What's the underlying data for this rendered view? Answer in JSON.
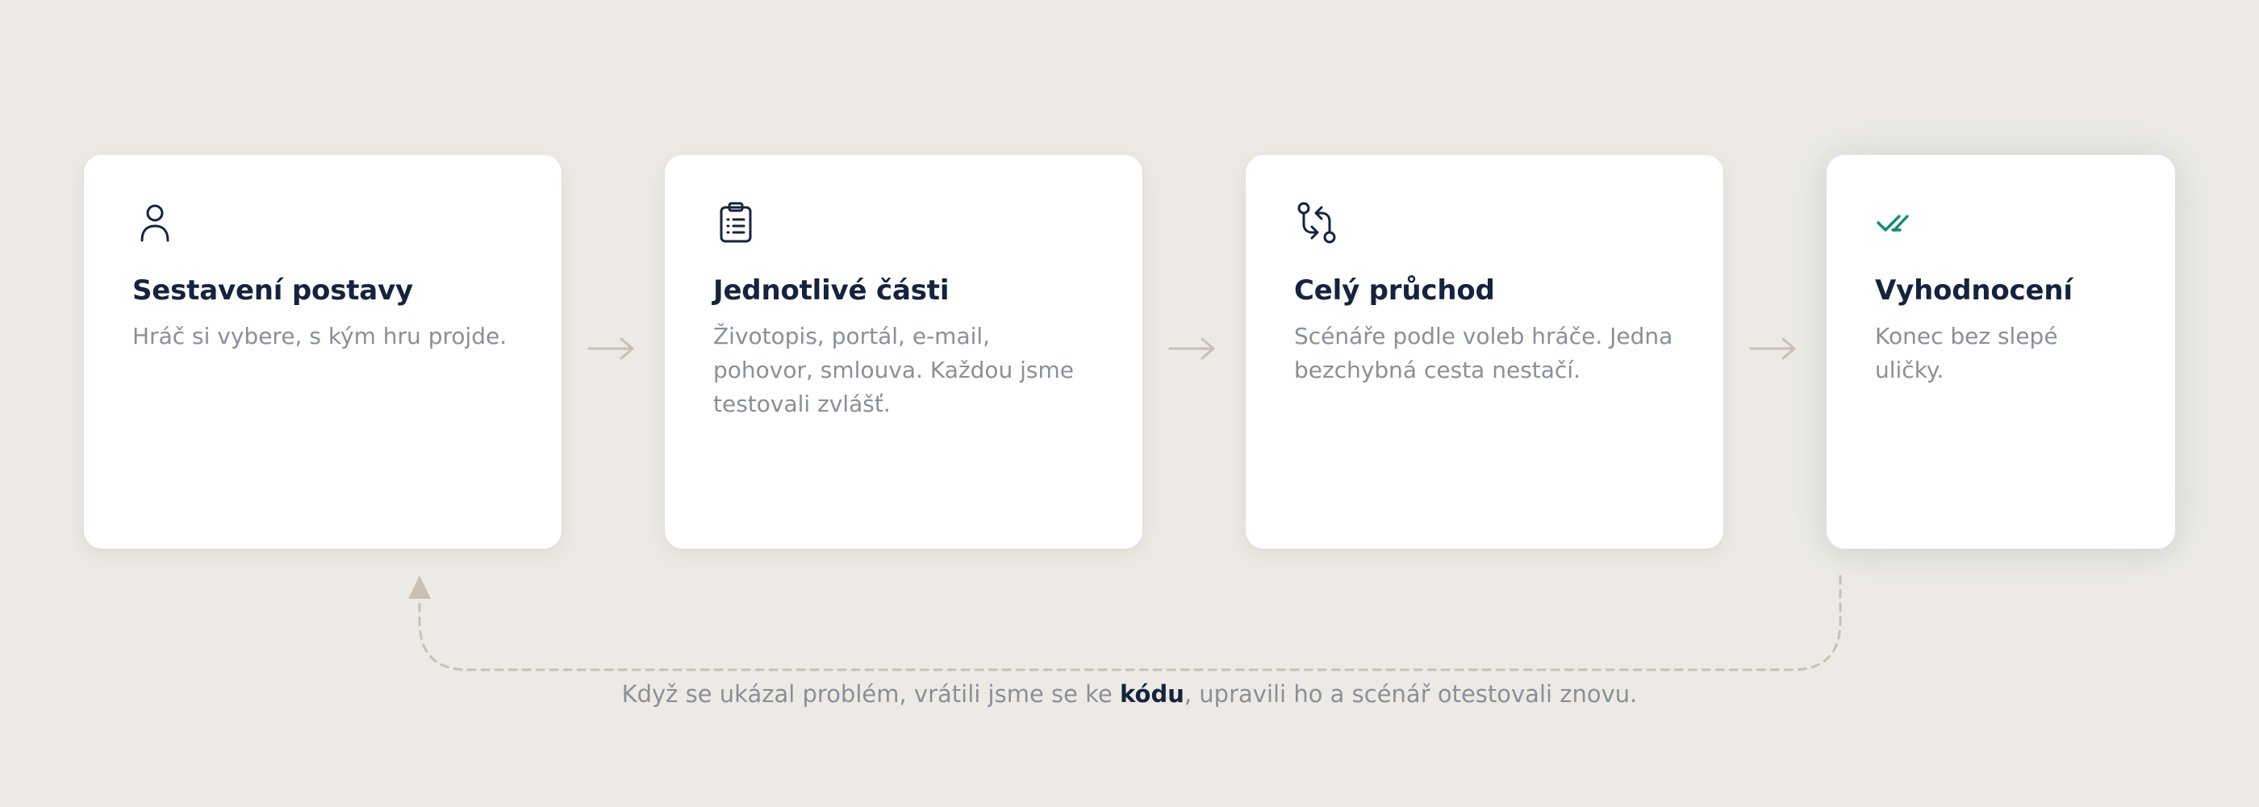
{
  "colors": {
    "background": "#edeae5",
    "card": "#ffffff",
    "title": "#15233e",
    "text": "#8a8f98",
    "accent": "#0f8a78",
    "connector": "#c9bfb3"
  },
  "steps": [
    {
      "icon": "person-icon",
      "title": "Sestavení postavy",
      "desc": "Hráč si vybere, s kým hru projde."
    },
    {
      "icon": "clipboard-list-icon",
      "title": "Jednotlivé části",
      "desc": "Životopis, portál, e-mail, pohovor, smlouva. Každou jsme testovali zvlášť."
    },
    {
      "icon": "git-compare-icon",
      "title": "Celý průchod",
      "desc": "Scénáře podle voleb hráče. Jedna bezchybná cesta nestačí."
    },
    {
      "icon": "double-check-icon",
      "title": "Vyhodnocení",
      "desc": "Konec bez slepé uličky."
    }
  ],
  "loop_note": {
    "before": "Když se ukázal problém, vrátili jsme se ke ",
    "keyword": "kódu",
    "after": ", upravili ho a scénář otestovali znovu."
  }
}
